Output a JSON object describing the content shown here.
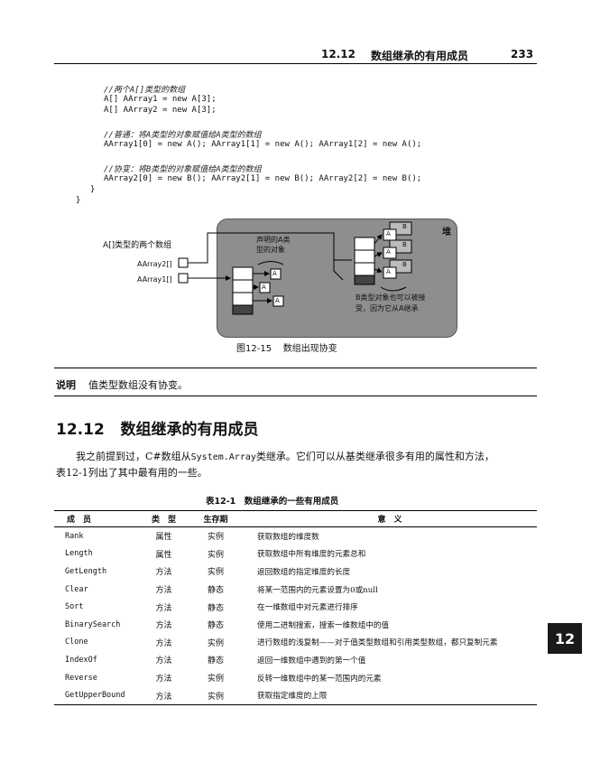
{
  "header": {
    "section_number": "12.12",
    "section_title": "数组继承的有用成员",
    "page_number": "233"
  },
  "code": [
    "//两个A[]类型的数组",
    "A[] AArray1 = new A[3];",
    "A[] AArray2 = new A[3];",
    "//普通：将A类型的对象赋值给A类型的数组",
    "AArray1[0] = new A(); AArray1[1] = new A(); AArray1[2] = new A();",
    "//协变：将B类型的对象赋值给A类型的数组",
    "AArray2[0] = new B(); AArray2[1] = new B(); AArray2[2] = new B();",
    "}",
    "}"
  ],
  "figure": {
    "heap_label": "堆",
    "arrays_label": "A[]类型的两个数组",
    "var_a2": "AArray2[]",
    "var_a1": "AArray1[]",
    "declared_label_1": "声明的A类",
    "declared_label_2": "型的对象",
    "box_a": "A",
    "box_b": "B",
    "b_note_1": "B类型对象也可以被接",
    "b_note_2": "受，因为它从A继承",
    "caption_number": "图12-15",
    "caption_text": "数组出现协变"
  },
  "note": {
    "label": "说明",
    "text": "值类型数组没有协变。"
  },
  "section": {
    "number": "12.12",
    "title": "数组继承的有用成员"
  },
  "paragraph": {
    "line1_a": "我之前提到过，C#数组从",
    "line1_code": "System.Array",
    "line1_b": "类继承。它们可以从基类继承很多有用的属性和方法，",
    "line2": "表12-1列出了其中最有用的一些。"
  },
  "table": {
    "caption": "表12-1　数组继承的一些有用成员",
    "headers": [
      "成　员",
      "类　型",
      "生存期",
      "意　义"
    ],
    "rows": [
      [
        "Rank",
        "属性",
        "实例",
        "获取数组的维度数"
      ],
      [
        "Length",
        "属性",
        "实例",
        "获取数组中所有维度的元素总和"
      ],
      [
        "GetLength",
        "方法",
        "实例",
        "返回数组的指定维度的长度"
      ],
      [
        "Clear",
        "方法",
        "静态",
        "将某一范围内的元素设置为0或null"
      ],
      [
        "Sort",
        "方法",
        "静态",
        "在一维数组中对元素进行排序"
      ],
      [
        "BinarySearch",
        "方法",
        "静态",
        "使用二进制搜索，搜索一维数组中的值"
      ],
      [
        "Clone",
        "方法",
        "实例",
        "进行数组的浅复制——对于值类型数组和引用类型数组，都只复制元素"
      ],
      [
        "IndexOf",
        "方法",
        "静态",
        "返回一维数组中遇到的第一个值"
      ],
      [
        "Reverse",
        "方法",
        "实例",
        "反转一维数组中的某一范围内的元素"
      ],
      [
        "GetUpperBound",
        "方法",
        "实例",
        "获取指定维度的上限"
      ]
    ]
  },
  "chapter_tab": "12"
}
